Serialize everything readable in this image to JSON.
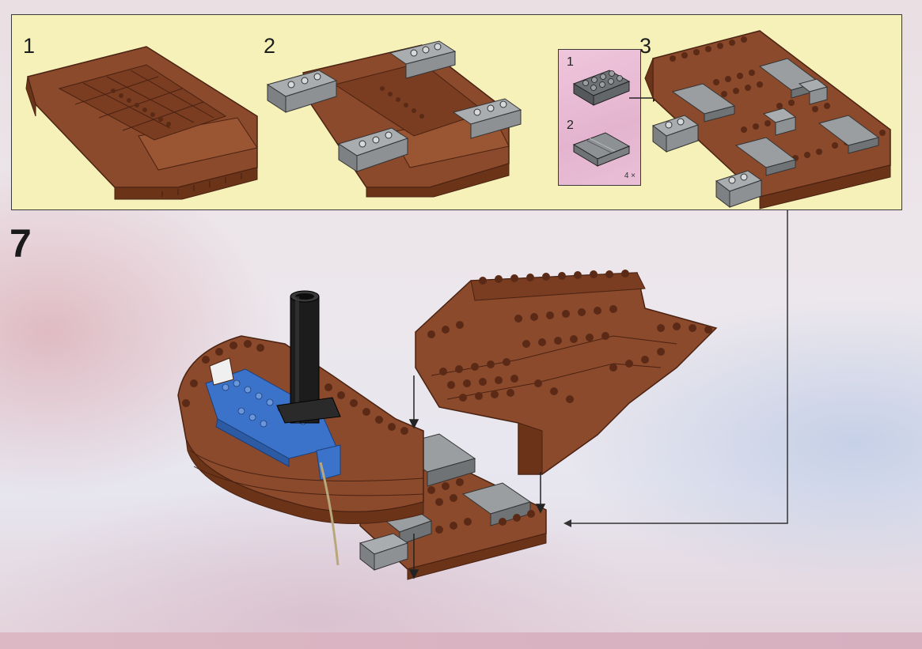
{
  "main_step": "7",
  "substeps": [
    {
      "number": "1"
    },
    {
      "number": "2"
    },
    {
      "number": "3"
    }
  ],
  "callout": {
    "items": [
      {
        "number": "1"
      },
      {
        "number": "2",
        "quantity": "4 ×"
      }
    ]
  },
  "colors": {
    "panel": "#f5f1b9",
    "callout": "#e4b4cf",
    "brick_brown": "#8b4a2b",
    "brick_brown_dark": "#5a2a16",
    "brick_gray": "#8d9194",
    "brick_blue": "#3a73c9",
    "brick_black": "#1a1a1a"
  },
  "icons": [
    "hull-base-piece",
    "gray-brick-2x4",
    "gray-tile-2x4",
    "chimney-tube",
    "rope",
    "assembly-arrow"
  ]
}
